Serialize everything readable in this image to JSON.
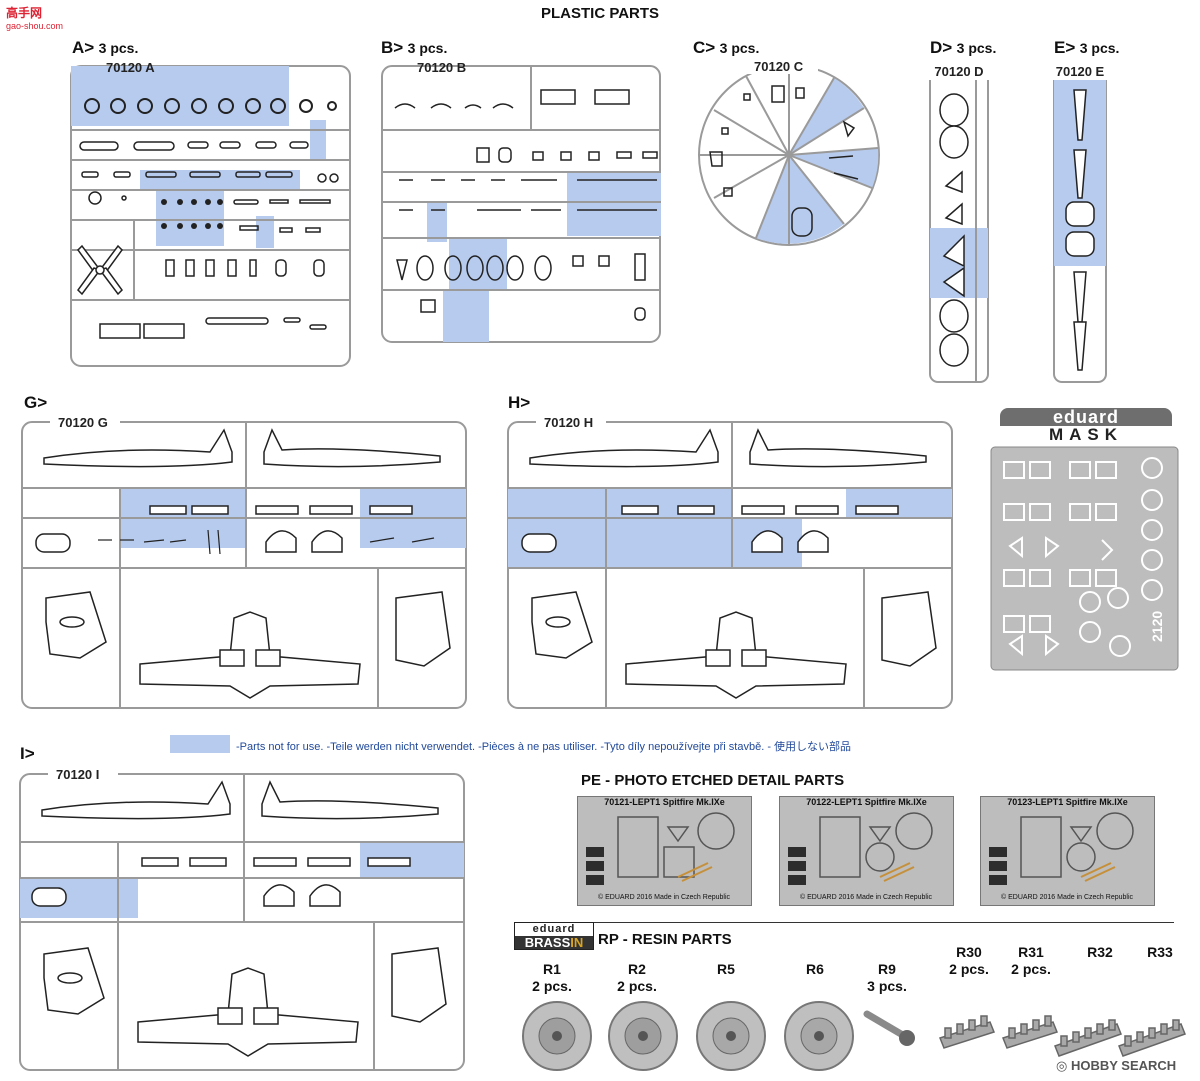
{
  "logo": {
    "name": "高手网",
    "url": "gao-shou.com"
  },
  "title": "PLASTIC PARTS",
  "sprues": {
    "A": {
      "label": "A>",
      "pcs": "3 pcs.",
      "code": "70120 A"
    },
    "B": {
      "label": "B>",
      "pcs": "3 pcs.",
      "code": "70120 B"
    },
    "C": {
      "label": "C>",
      "pcs": "3 pcs.",
      "code": "70120 C"
    },
    "D": {
      "label": "D>",
      "pcs": "3 pcs.",
      "code": "70120 D"
    },
    "E": {
      "label": "E>",
      "pcs": "3 pcs.",
      "code": "70120 E"
    },
    "G": {
      "label": "G>",
      "code": "70120 G"
    },
    "H": {
      "label": "H>",
      "code": "70120 H"
    },
    "I": {
      "label": "I>",
      "code": "70120 I"
    }
  },
  "mask": {
    "brand": "eduard",
    "word": "MASK",
    "code": "2120"
  },
  "legend": {
    "text": "-Parts not for use. -Teile werden nicht verwendet. -Pièces à ne pas utiliser. -Tyto díly nepoužívejte při stavbě. -   使用しない部品"
  },
  "pe": {
    "title": "PE - PHOTO ETCHED DETAIL PARTS",
    "frets": [
      {
        "header": "70121-LEPT1 Spitfire Mk.IXe",
        "footer": "© EDUARD 2016   Made in Czech Republic"
      },
      {
        "header": "70122-LEPT1 Spitfire Mk.IXe",
        "footer": "© EDUARD 2016   Made in Czech Republic"
      },
      {
        "header": "70123-LEPT1 Spitfire Mk.IXe",
        "footer": "© EDUARD 2016   Made in Czech Republic"
      }
    ]
  },
  "brassin": {
    "top": "eduard",
    "bottom_a": "BRASS",
    "bottom_b": "IN"
  },
  "resin": {
    "title": "RP - RESIN  PARTS",
    "parts": [
      {
        "id": "R1",
        "pcs": "2 pcs."
      },
      {
        "id": "R2",
        "pcs": "2 pcs."
      },
      {
        "id": "R5",
        "pcs": ""
      },
      {
        "id": "R6",
        "pcs": ""
      },
      {
        "id": "R9",
        "pcs": "3 pcs."
      },
      {
        "id": "R30",
        "pcs": "2 pcs."
      },
      {
        "id": "R31",
        "pcs": "2 pcs."
      },
      {
        "id": "R32",
        "pcs": ""
      },
      {
        "id": "R33",
        "pcs": ""
      }
    ]
  },
  "watermark": "HOBBY SEARCH",
  "colors": {
    "not_for_use": "#b7cbee",
    "sprue_line": "#9a9a9a",
    "legend_text": "#224a9b"
  }
}
